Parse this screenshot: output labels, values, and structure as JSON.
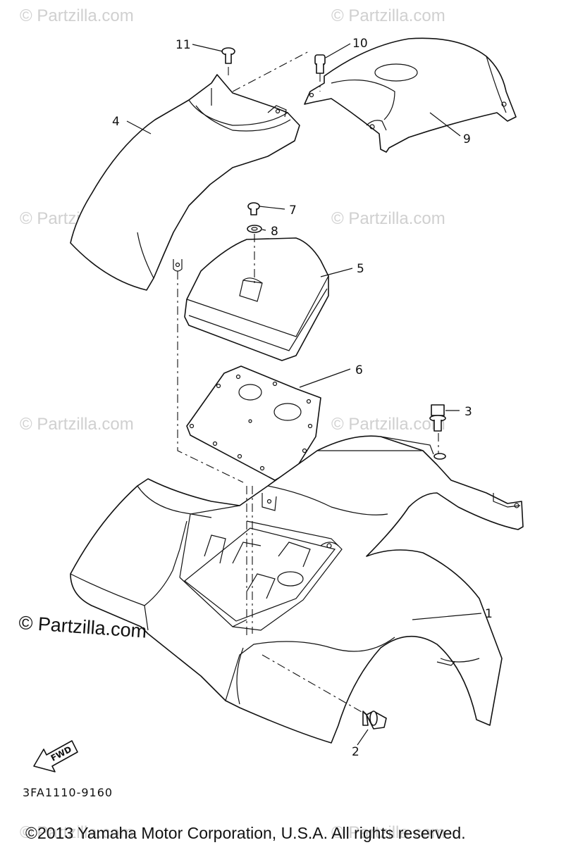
{
  "watermark": "© Partzilla.com",
  "watermark_large": "© Partzilla.com",
  "callouts": {
    "p1": "1",
    "p2": "2",
    "p3": "3",
    "p4": "4",
    "p5": "5",
    "p6": "6",
    "p7": "7",
    "p8": "8",
    "p9": "9",
    "p10": "10",
    "p11": "11"
  },
  "fwd_label": "FWD",
  "diagram_code": "3FA1110-9160",
  "copyright": "©2013 Yamaha Motor Corporation, U.S.A. All rights reserved."
}
